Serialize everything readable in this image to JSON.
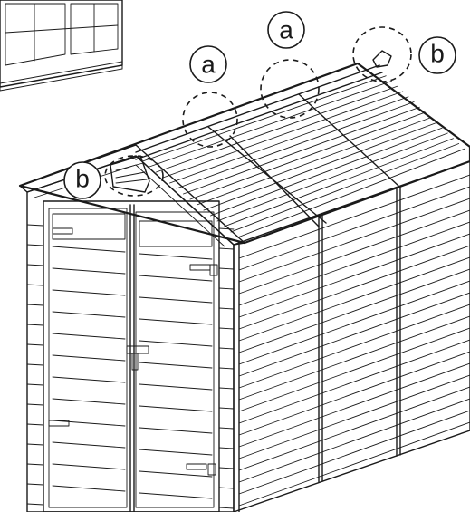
{
  "callouts": [
    {
      "id": "a1",
      "label": "a"
    },
    {
      "id": "a2",
      "label": "a"
    },
    {
      "id": "b1",
      "label": "b"
    },
    {
      "id": "b2",
      "label": "b"
    }
  ],
  "colors": {
    "line": "#1a1a1a",
    "background": "#ffffff"
  }
}
